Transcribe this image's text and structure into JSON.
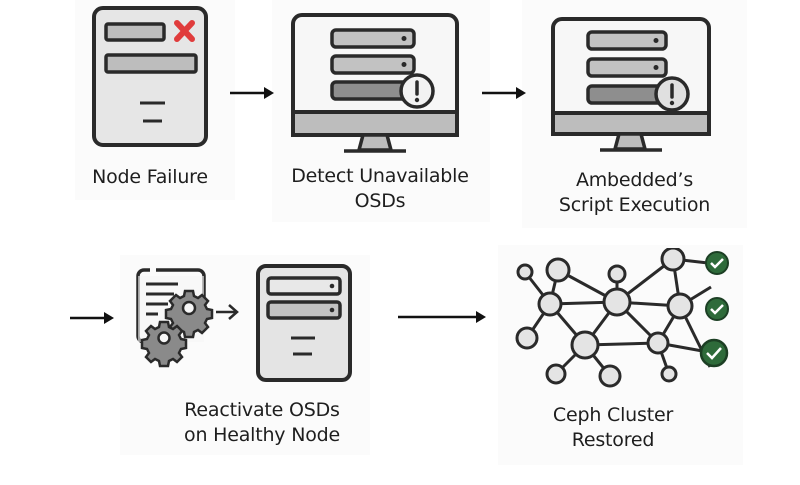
{
  "diagram": {
    "title": "Ceph OSD failover workflow",
    "steps": [
      {
        "id": "node-failure",
        "label_lines": [
          "Node Failure"
        ],
        "icon": "failed-server-icon"
      },
      {
        "id": "detect-osds",
        "label_lines": [
          "Detect Unavailable",
          "OSDs"
        ],
        "icon": "monitor-warning-icon"
      },
      {
        "id": "script-execution",
        "label_lines": [
          "Ambedded’s",
          "Script Execution"
        ],
        "icon": "monitor-warning-icon"
      },
      {
        "id": "reactivate-osds",
        "label_lines": [
          "Reactivate OSDs",
          "on Healthy Node"
        ],
        "icon": "script-gears-to-server-icon"
      },
      {
        "id": "cluster-restored",
        "label_lines": [
          "Ceph Cluster",
          "Restored"
        ],
        "icon": "network-checkmarks-icon"
      }
    ],
    "connections": [
      {
        "from": "node-failure",
        "to": "detect-osds"
      },
      {
        "from": "detect-osds",
        "to": "script-execution"
      },
      {
        "from": "script-execution",
        "to": "reactivate-osds"
      },
      {
        "from": "reactivate-osds",
        "to": "cluster-restored"
      }
    ],
    "colors": {
      "outline": "#2a2a2a",
      "fill_light": "#e4e4e4",
      "fill_mid": "#bdbdbd",
      "fill_dark": "#8e8e8e",
      "error_red": "#e03c3c",
      "success_green": "#2e6b3a",
      "background": "#ffffff"
    }
  }
}
